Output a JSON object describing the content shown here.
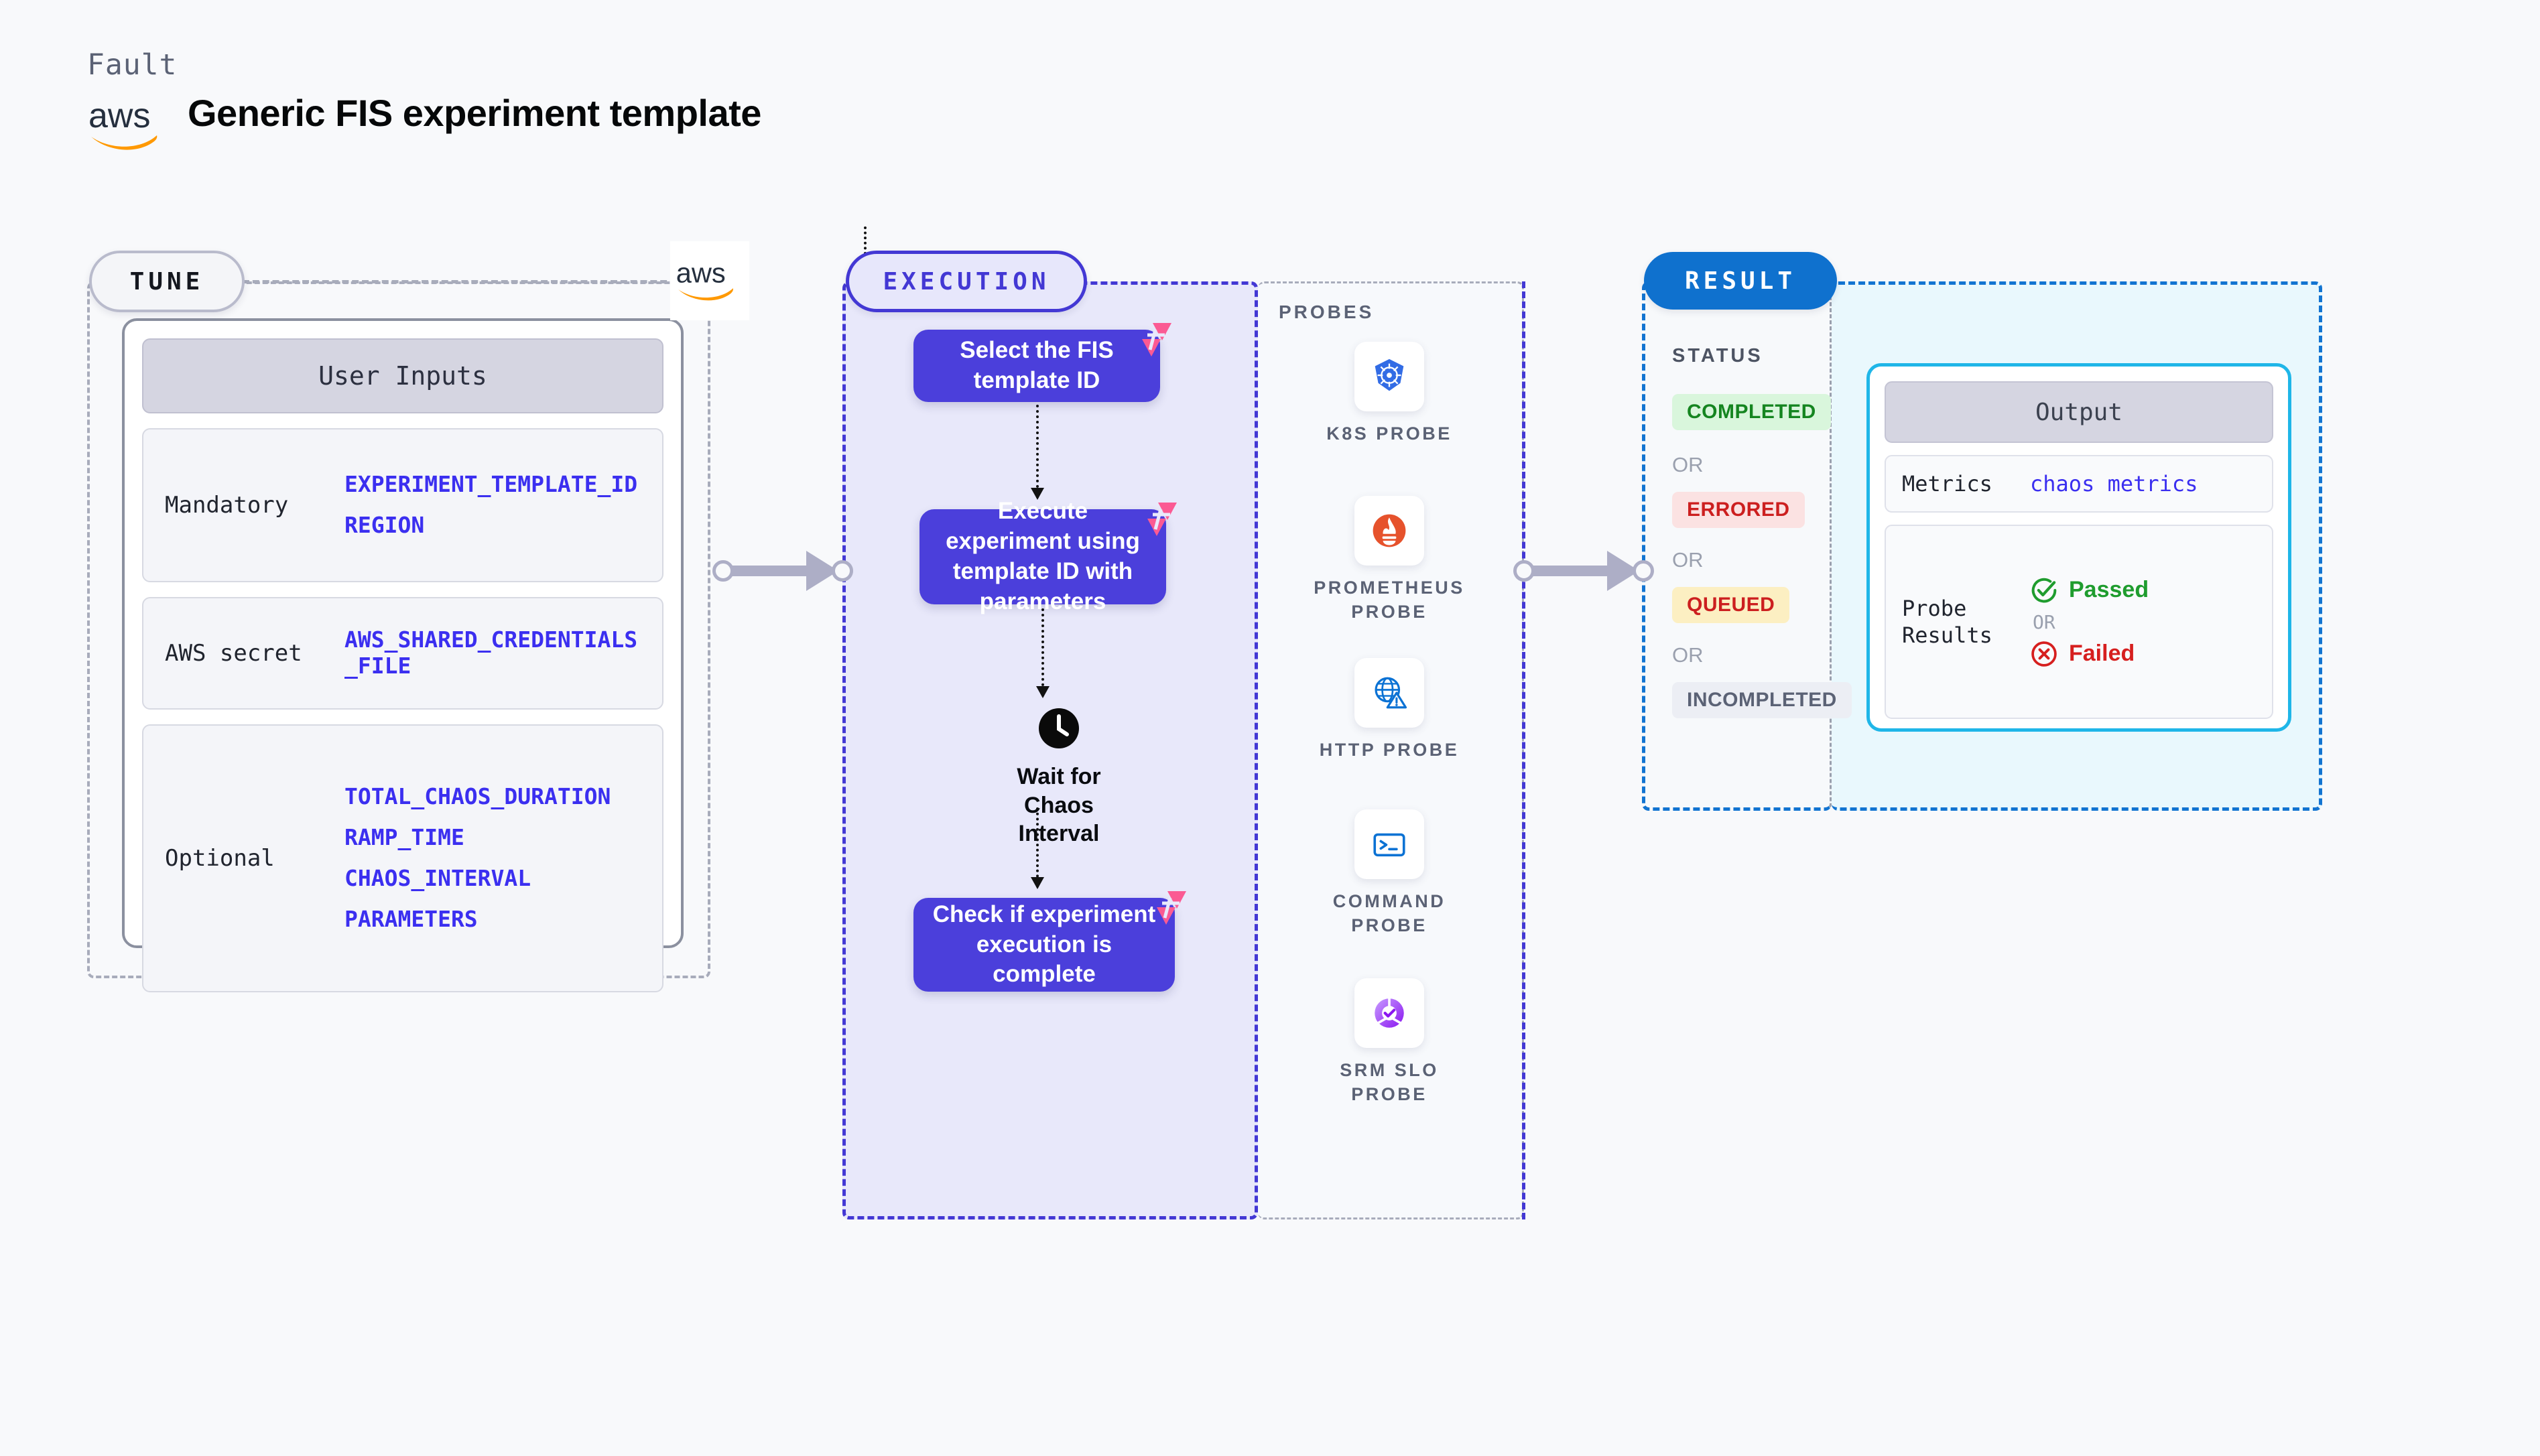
{
  "header": {
    "eyebrow": "Fault",
    "title": "Generic FIS experiment template",
    "logo_alt": "aws-logo"
  },
  "tune": {
    "pill_label": "TUNE",
    "card_header": "User Inputs",
    "rows": [
      {
        "label": "Mandatory",
        "values": [
          "EXPERIMENT_TEMPLATE_ID",
          "REGION"
        ]
      },
      {
        "label": "AWS secret",
        "values": [
          "AWS_SHARED_CREDENTIALS\n_FILE"
        ]
      },
      {
        "label": "Optional",
        "values": [
          "TOTAL_CHAOS_DURATION",
          "RAMP_TIME",
          "CHAOS_INTERVAL",
          "PARAMETERS"
        ]
      }
    ]
  },
  "execution": {
    "pill_label": "EXECUTION",
    "steps": [
      {
        "text": "Select the FIS template ID",
        "badge": "litmus-badge-icon"
      },
      {
        "text": "Execute experiment using template ID with parameters",
        "badge": "litmus-badge-icon"
      },
      {
        "text": "Check if experiment execution is complete",
        "badge": "litmus-badge-icon"
      }
    ],
    "wait_node": {
      "icon": "clock-icon",
      "label": "Wait for Chaos Interval"
    }
  },
  "probes": {
    "title": "PROBES",
    "items": [
      {
        "label": "K8S PROBE",
        "icon": "kubernetes-icon"
      },
      {
        "label": "PROMETHEUS PROBE",
        "icon": "prometheus-icon"
      },
      {
        "label": "HTTP PROBE",
        "icon": "globe-warning-icon"
      },
      {
        "label": "COMMAND PROBE",
        "icon": "terminal-icon"
      },
      {
        "label": "SRM SLO PROBE",
        "icon": "slo-donut-check-icon"
      }
    ]
  },
  "result": {
    "pill_label": "RESULT",
    "status_title": "STATUS",
    "or_label": "OR",
    "statuses": [
      {
        "label": "COMPLETED",
        "bg": "#d9f6dc",
        "fg": "#158520"
      },
      {
        "label": "ERRORED",
        "bg": "#fbe2e2",
        "fg": "#cc1f1f"
      },
      {
        "label": "QUEUED",
        "bg": "#fcefc2",
        "fg": "#cc1f1f"
      },
      {
        "label": "INCOMPLETED",
        "bg": "#eceef4",
        "fg": "#5b6275"
      }
    ],
    "output": {
      "header": "Output",
      "metrics_label": "Metrics",
      "metrics_value": "chaos metrics",
      "probe_results_label": "Probe Results",
      "passed_label": "Passed",
      "failed_label": "Failed",
      "or_label": "OR"
    }
  },
  "colors": {
    "execution_purple": "#4b3fdb",
    "result_blue": "#0f71ce",
    "output_border": "#1fb6e8",
    "badge_pink": "#fb5a93",
    "param_blue": "#3b2ff0",
    "connector_gray": "#adaec6"
  }
}
